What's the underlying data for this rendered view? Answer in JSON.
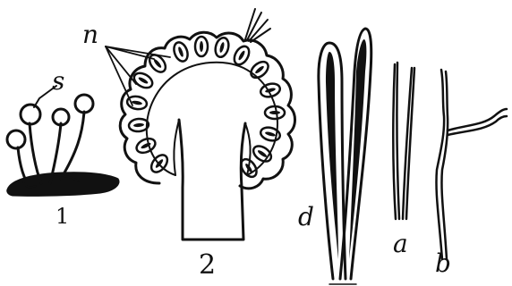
{
  "figure": {
    "labels": {
      "s": "s",
      "n": "n",
      "fig1": "1",
      "fig2": "2",
      "d": "d",
      "a": "a",
      "b": "b"
    },
    "parts": {
      "fig1": {
        "sporangia_count": 4
      },
      "fig2": {
        "perithecia_count": 16
      }
    }
  }
}
